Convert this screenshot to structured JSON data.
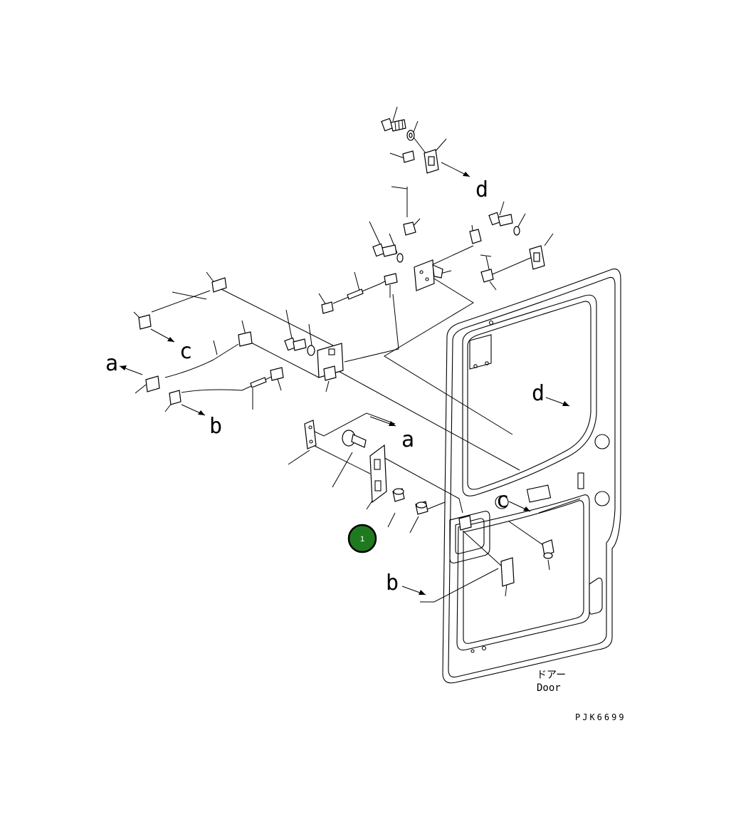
{
  "reference_labels": {
    "a_left": "a",
    "a_right": "a",
    "b_left": "b",
    "b_right": "b",
    "c_left": "c",
    "c_right": "c",
    "d_top": "d",
    "d_right": "d"
  },
  "door_label": {
    "japanese": "ドアー",
    "english": "Door"
  },
  "drawing_code": "PJK6699",
  "callout": {
    "number": "1",
    "color": "#1f7a1f"
  }
}
